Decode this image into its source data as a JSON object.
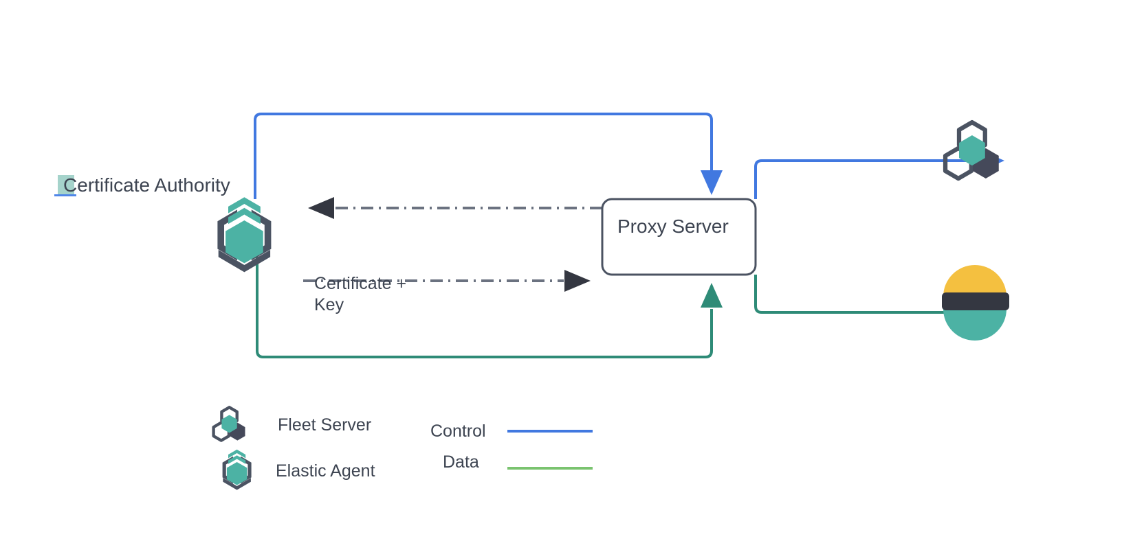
{
  "diagram": {
    "title": "Elastic Agent / Fleet Server proxy certificate flow",
    "nodes": {
      "certificate_authority": {
        "label": "Certificate Authority",
        "icon": "elastic-agent-icon",
        "highlight_color": "#a5d3cb",
        "underline_color": "#4f86e8"
      },
      "proxy_server": {
        "label": "Proxy Server",
        "shape": "rounded-rect",
        "border_color": "#4b5362",
        "fill_color": "#ffffff"
      },
      "fleet_server": {
        "label": "",
        "icon": "fleet-server-icon"
      },
      "elasticsearch": {
        "label": "",
        "icon": "elasticsearch-icon"
      }
    },
    "edge_labels": {
      "certificate_key": "Certificate +\nKey",
      "certificate_key_line1": "Certificate +",
      "certificate_key_line2": "Key"
    }
  },
  "legend": {
    "items": [
      {
        "label": "Fleet Server",
        "icon": "fleet-server-icon"
      },
      {
        "label": "Elastic Agent",
        "icon": "elastic-agent-icon"
      }
    ],
    "lines": [
      {
        "label": "Control",
        "color": "#4178e0"
      },
      {
        "label": "Data",
        "color": "#7ac36f"
      }
    ]
  },
  "colors": {
    "control_blue": "#4178e0",
    "data_green": "#2e8b77",
    "legend_data_green": "#7ac36f",
    "teal": "#4cb2a4",
    "dark_slate": "#4b5362",
    "darker_slate": "#343741",
    "elastic_yellow": "#f4c040",
    "text": "#3d4451",
    "dash_gray": "#6b7280"
  }
}
